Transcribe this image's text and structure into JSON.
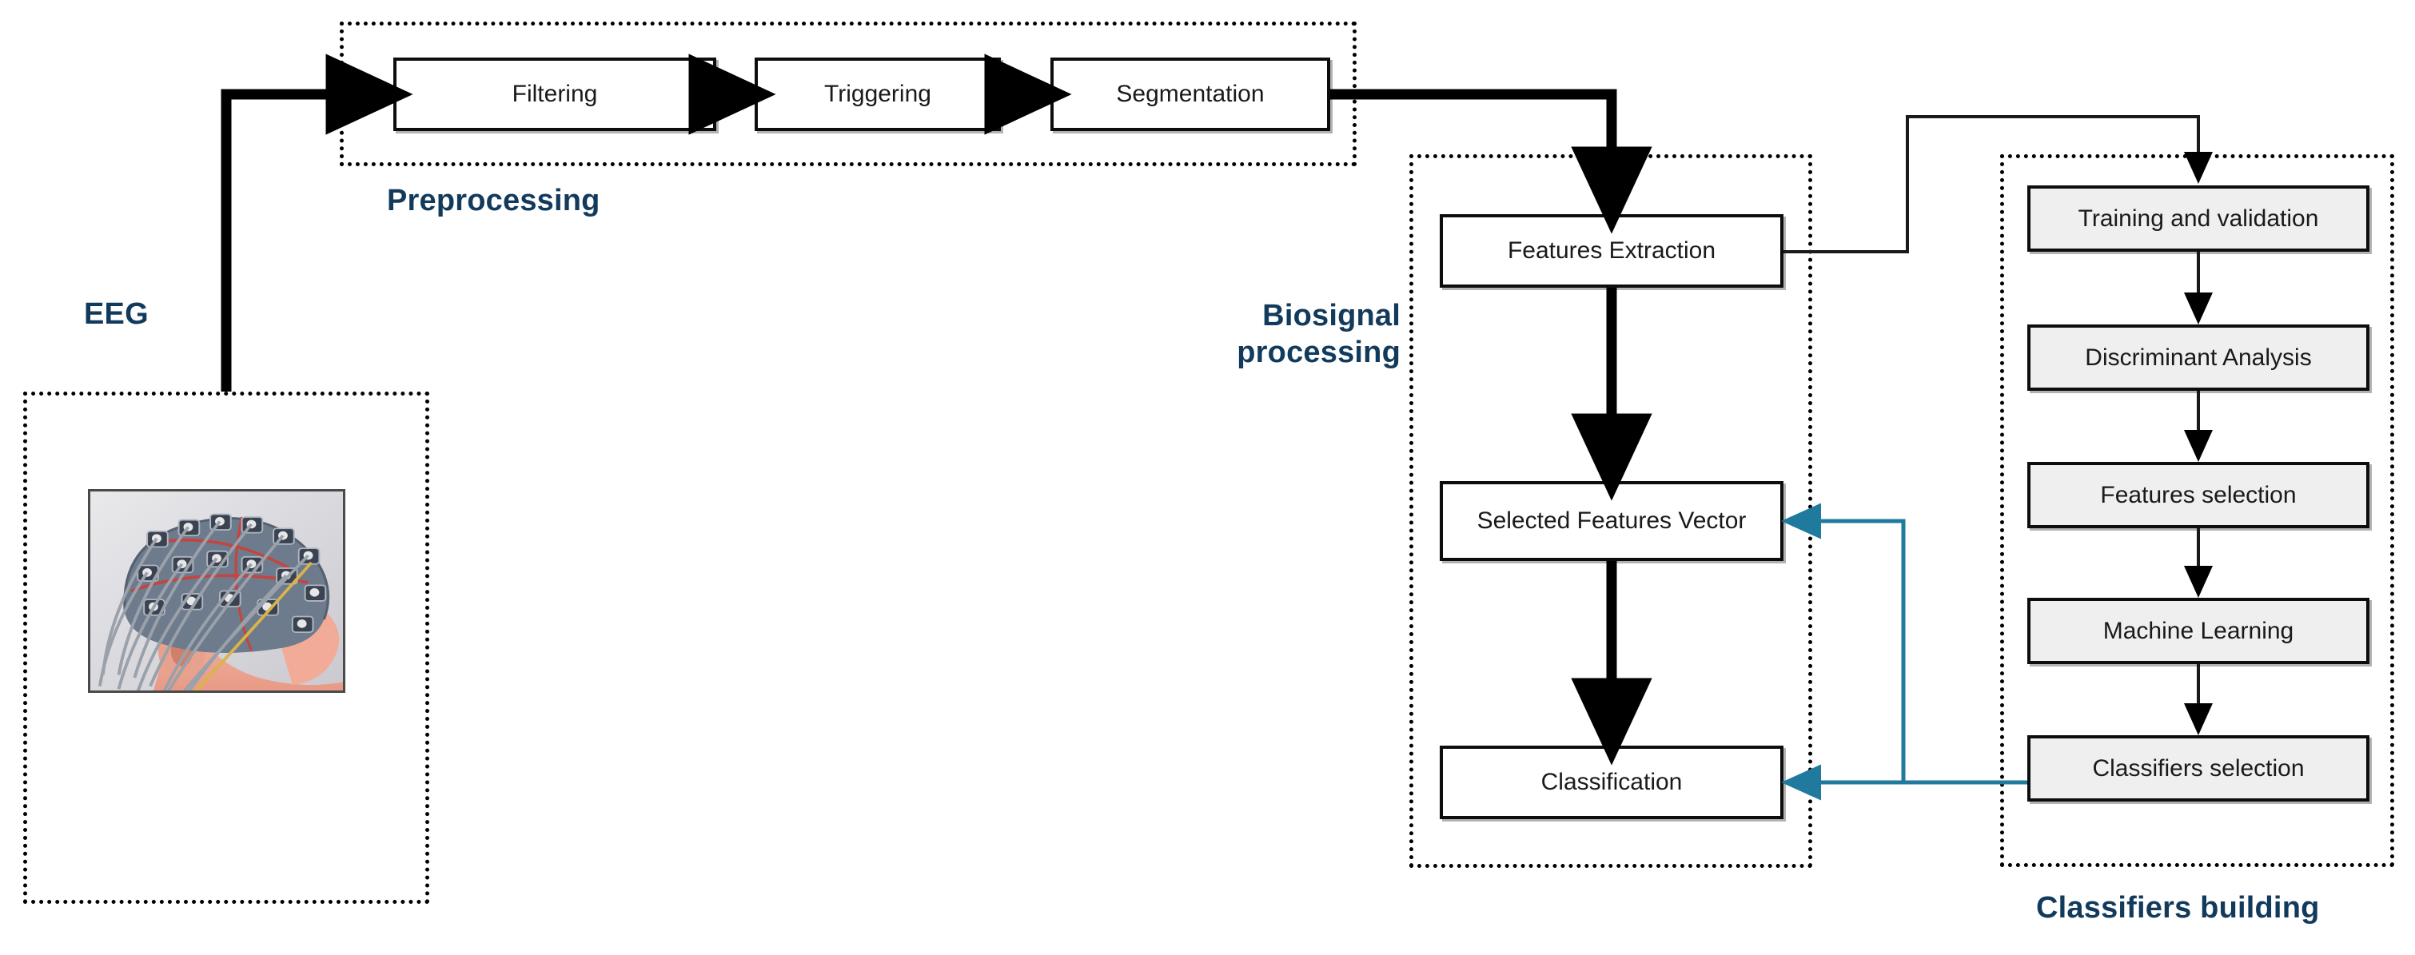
{
  "diagram": {
    "title": "EEG-based BCI processing pipeline",
    "colors": {
      "caption": "#123A5C",
      "box_border": "#0d0d0d",
      "box_fill": "#ffffff",
      "box_fill_shaded": "#efefef",
      "group_border": "#000000",
      "arrow_black": "#000000",
      "arrow_teal": "#1F7A9E"
    },
    "groups": [
      {
        "id": "eeg",
        "caption": "EEG"
      },
      {
        "id": "preprocessing",
        "caption": "Preprocessing"
      },
      {
        "id": "biosignal",
        "caption": "Biosignal\nprocessing"
      },
      {
        "id": "classifiers",
        "caption": "Classifiers building"
      }
    ],
    "preprocessing": {
      "steps": [
        {
          "label": "Filtering"
        },
        {
          "label": "Triggering"
        },
        {
          "label": "Segmentation"
        }
      ]
    },
    "biosignal": {
      "steps": [
        {
          "label": "Features Extraction"
        },
        {
          "label": "Selected Features Vector"
        },
        {
          "label": "Classification"
        }
      ]
    },
    "classifiers": {
      "steps": [
        {
          "label": "Training and validation"
        },
        {
          "label": "Discriminant Analysis"
        },
        {
          "label": "Features selection"
        },
        {
          "label": "Machine Learning"
        },
        {
          "label": "Classifiers selection"
        }
      ]
    },
    "eeg": {
      "image_alt": "Person wearing an EEG electrode cap in profile"
    },
    "connections": [
      {
        "from": "EEG",
        "to": "Filtering",
        "style": "thick-black"
      },
      {
        "from": "Filtering",
        "to": "Triggering",
        "style": "thick-black"
      },
      {
        "from": "Triggering",
        "to": "Segmentation",
        "style": "thick-black"
      },
      {
        "from": "Segmentation",
        "to": "Features Extraction",
        "style": "thick-black"
      },
      {
        "from": "Features Extraction",
        "to": "Selected Features Vector",
        "style": "thick-black"
      },
      {
        "from": "Selected Features Vector",
        "to": "Classification",
        "style": "thick-black"
      },
      {
        "from": "Features Extraction",
        "to": "Training and validation",
        "style": "thin-black"
      },
      {
        "from": "Training and validation",
        "to": "Discriminant Analysis",
        "style": "thin-black"
      },
      {
        "from": "Discriminant Analysis",
        "to": "Features selection",
        "style": "thin-black"
      },
      {
        "from": "Features selection",
        "to": "Machine Learning",
        "style": "thin-black"
      },
      {
        "from": "Machine Learning",
        "to": "Classifiers selection",
        "style": "thin-black"
      },
      {
        "from": "Classifiers selection",
        "to": "Selected Features Vector",
        "style": "teal"
      },
      {
        "from": "Classifiers selection",
        "to": "Classification",
        "style": "teal"
      }
    ]
  }
}
